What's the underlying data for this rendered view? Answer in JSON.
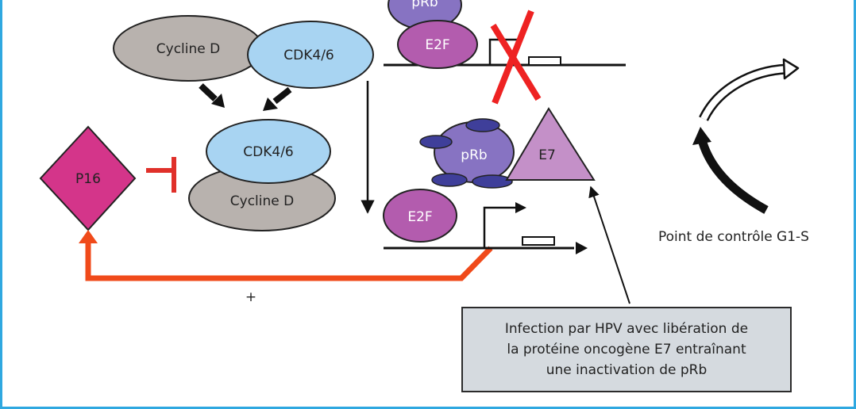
{
  "labels": {
    "cycline_d_top": "Cycline D",
    "cdk46_top": "CDK4/6",
    "cdk46_complex": "CDK4/6",
    "cycline_d_complex": "Cycline D",
    "p16": "P16",
    "prb_top": "pRb",
    "e2f_top": "E2F",
    "prb_bottom": "pRb",
    "e7": "E7",
    "e2f_bottom": "E2F",
    "plus": "+",
    "checkpoint": "Point de contrôle G1-S"
  },
  "info_box": {
    "text": "Infection par HPV avec libération de\nla protéine oncogène E7 entraînant\nune inactivation de pRb"
  },
  "colors": {
    "frame_border": "#2fa8e0",
    "cycline": "#b8b2ae",
    "cdk": "#a8d4f2",
    "p16": "#d4358a",
    "inhibitor": "#e0302a",
    "prb": "#8773c2",
    "prb_dots": "#3f3f9a",
    "e2f": "#b35cae",
    "e7": "#c490c8",
    "feedback_arrow": "#f04a1a",
    "cross": "#ee2222",
    "info_box_bg": "#d5dadf"
  }
}
